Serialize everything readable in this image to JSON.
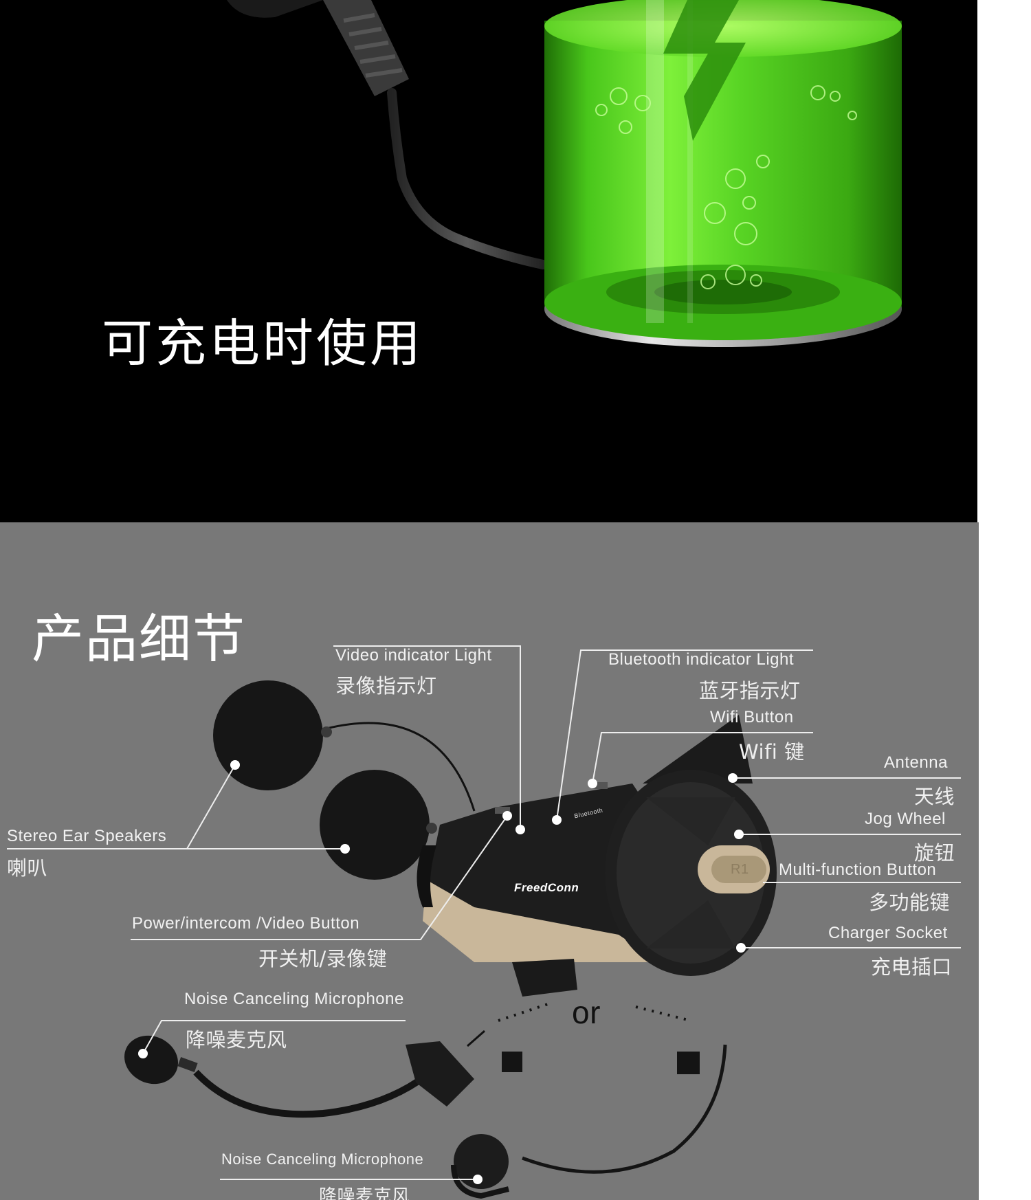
{
  "top_banner": {
    "title": "可充电时使用"
  },
  "details": {
    "title": "产品细节",
    "labels": {
      "video_light_en": "Video indicator Light",
      "video_light_zh": "录像指示灯",
      "bt_light_en": "Bluetooth indicator Light",
      "bt_light_zh": "蓝牙指示灯",
      "wifi_en": "Wifi  Button",
      "wifi_zh": "Wifi 键",
      "antenna_en": "Antenna",
      "antenna_zh": "天线",
      "jog_en": "Jog Wheel",
      "jog_zh": "旋钮",
      "multi_en": "Multi-function Button",
      "multi_zh": "多功能键",
      "charger_en": "Charger Socket",
      "charger_zh": "充电插口",
      "stereo_en": "Stereo Ear Speakers",
      "stereo_zh": "喇叭",
      "power_en": "Power/intercom /Video Button",
      "power_zh": "开关机/录像键",
      "mic1_en": "Noise Canceling Microphone",
      "mic1_zh": "降噪麦克风",
      "mic2_en": "Noise Canceling Microphone",
      "mic2_zh": "降噪麦克风",
      "or": "or"
    },
    "device": {
      "brand": "FreedConn",
      "bt_tag": "Bluetooth",
      "button_tag": "R1"
    }
  },
  "colors": {
    "battery_green": "#4ad11c",
    "panel_gray": "#787878",
    "device_black": "#1c1c1c",
    "device_bronze": "#c9b79a"
  }
}
